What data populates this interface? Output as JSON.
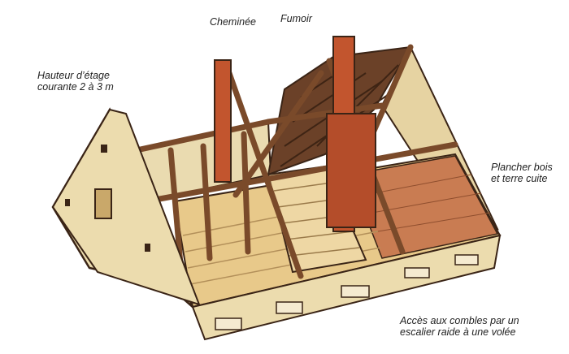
{
  "labels": {
    "chimney": "Cheminée",
    "smokehouse": "Fumoir",
    "height_line1": "Hauteur d’étage",
    "height_line2": "courante 2 à 3 m",
    "floor_line1": "Plancher bois",
    "floor_line2": "et terre cuite",
    "access_line1": "Accès aux combles par un",
    "access_line2": "escalier raide à une volée"
  },
  "colors": {
    "gable": "#ecdcae",
    "floor_wood": "#e8c98a",
    "floor_tile": "#c97c52",
    "timber": "#7a4a2a",
    "brick": "#c2552e",
    "roof": "#6b4128",
    "outline": "#3a2416"
  }
}
